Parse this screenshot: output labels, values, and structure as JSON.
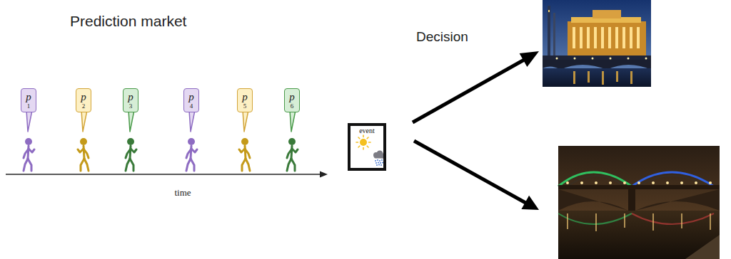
{
  "diagram": {
    "nodes": [
      {
        "text": [
          "p",
          "1"
        ]
      },
      {
        "text": [
          "p",
          "2"
        ]
      },
      {
        "text": [
          "p",
          "3"
        ]
      },
      {
        "text": [
          "p",
          "4"
        ]
      },
      {
        "text": [
          "p",
          "5"
        ]
      },
      {
        "text": [
          "p",
          "6"
        ]
      },
      {
        "text": [
          "event"
        ]
      }
    ],
    "labels": [
      "Prediction market",
      "Decision",
      "time"
    ]
  }
}
